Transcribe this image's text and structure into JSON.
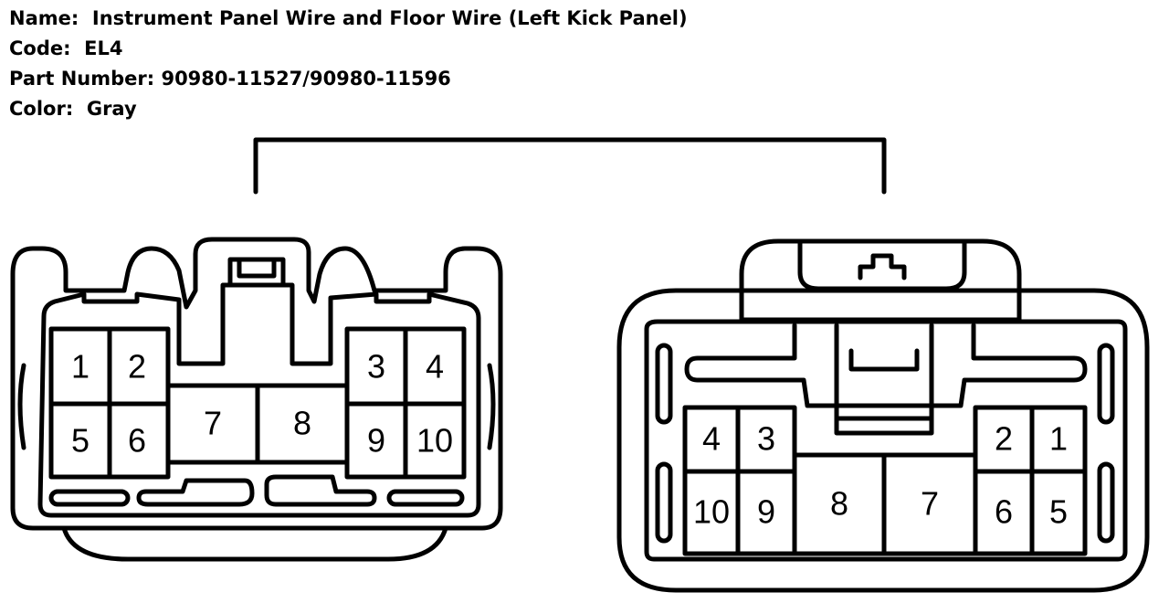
{
  "header": {
    "name_label": "Name:",
    "name_value": "Instrument Panel Wire and Floor Wire (Left Kick Panel)",
    "code_label": "Code:",
    "code_value": "EL4",
    "part_label": "Part Number:",
    "part_value": "90980-11527/90980-11596",
    "color_label": "Color:",
    "color_value": "Gray"
  },
  "left_connector": {
    "pins": [
      "1",
      "2",
      "3",
      "4",
      "5",
      "6",
      "7",
      "8",
      "9",
      "10"
    ]
  },
  "right_connector": {
    "pins": [
      "4",
      "3",
      "2",
      "1",
      "10",
      "9",
      "8",
      "7",
      "6",
      "5"
    ]
  }
}
